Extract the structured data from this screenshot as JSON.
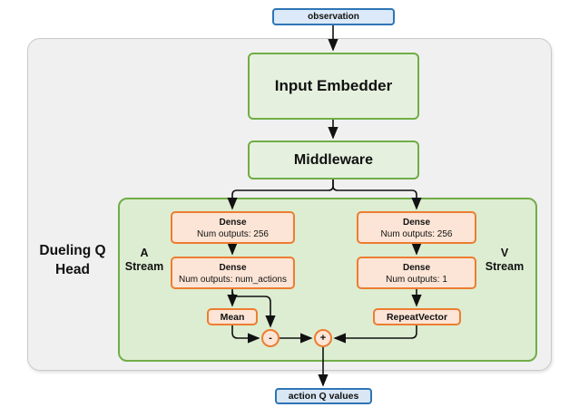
{
  "diagram": {
    "observation": "observation",
    "input_embedder": "Input Embedder",
    "middleware": "Middleware",
    "dueling_head_label": "Dueling Q\nHead",
    "a_stream_label": "A\nStream",
    "v_stream_label": "V\nStream",
    "a_stream": {
      "dense1": {
        "title": "Dense",
        "subtitle": "Num outputs: 256"
      },
      "dense2": {
        "title": "Dense",
        "subtitle": "Num outputs: num_actions"
      },
      "mean": "Mean",
      "minus_op": "-"
    },
    "v_stream": {
      "dense1": {
        "title": "Dense",
        "subtitle": "Num outputs: 256"
      },
      "dense2": {
        "title": "Dense",
        "subtitle": "Num outputs: 1"
      },
      "repeat_vector": "RepeatVector",
      "plus_op": "+"
    },
    "action_q_values": "action Q values"
  },
  "colors": {
    "blue_border": "#2e75b6",
    "blue_fill": "#dbe9f8",
    "green_border": "#71ad47",
    "green_box_fill": "#e5f1de",
    "green_container_fill": "#ddedd2",
    "orange_border": "#ed7d31",
    "orange_fill": "#fce5d6",
    "gray_container_fill": "#f0f0f0",
    "arrow_color": "#111111"
  }
}
